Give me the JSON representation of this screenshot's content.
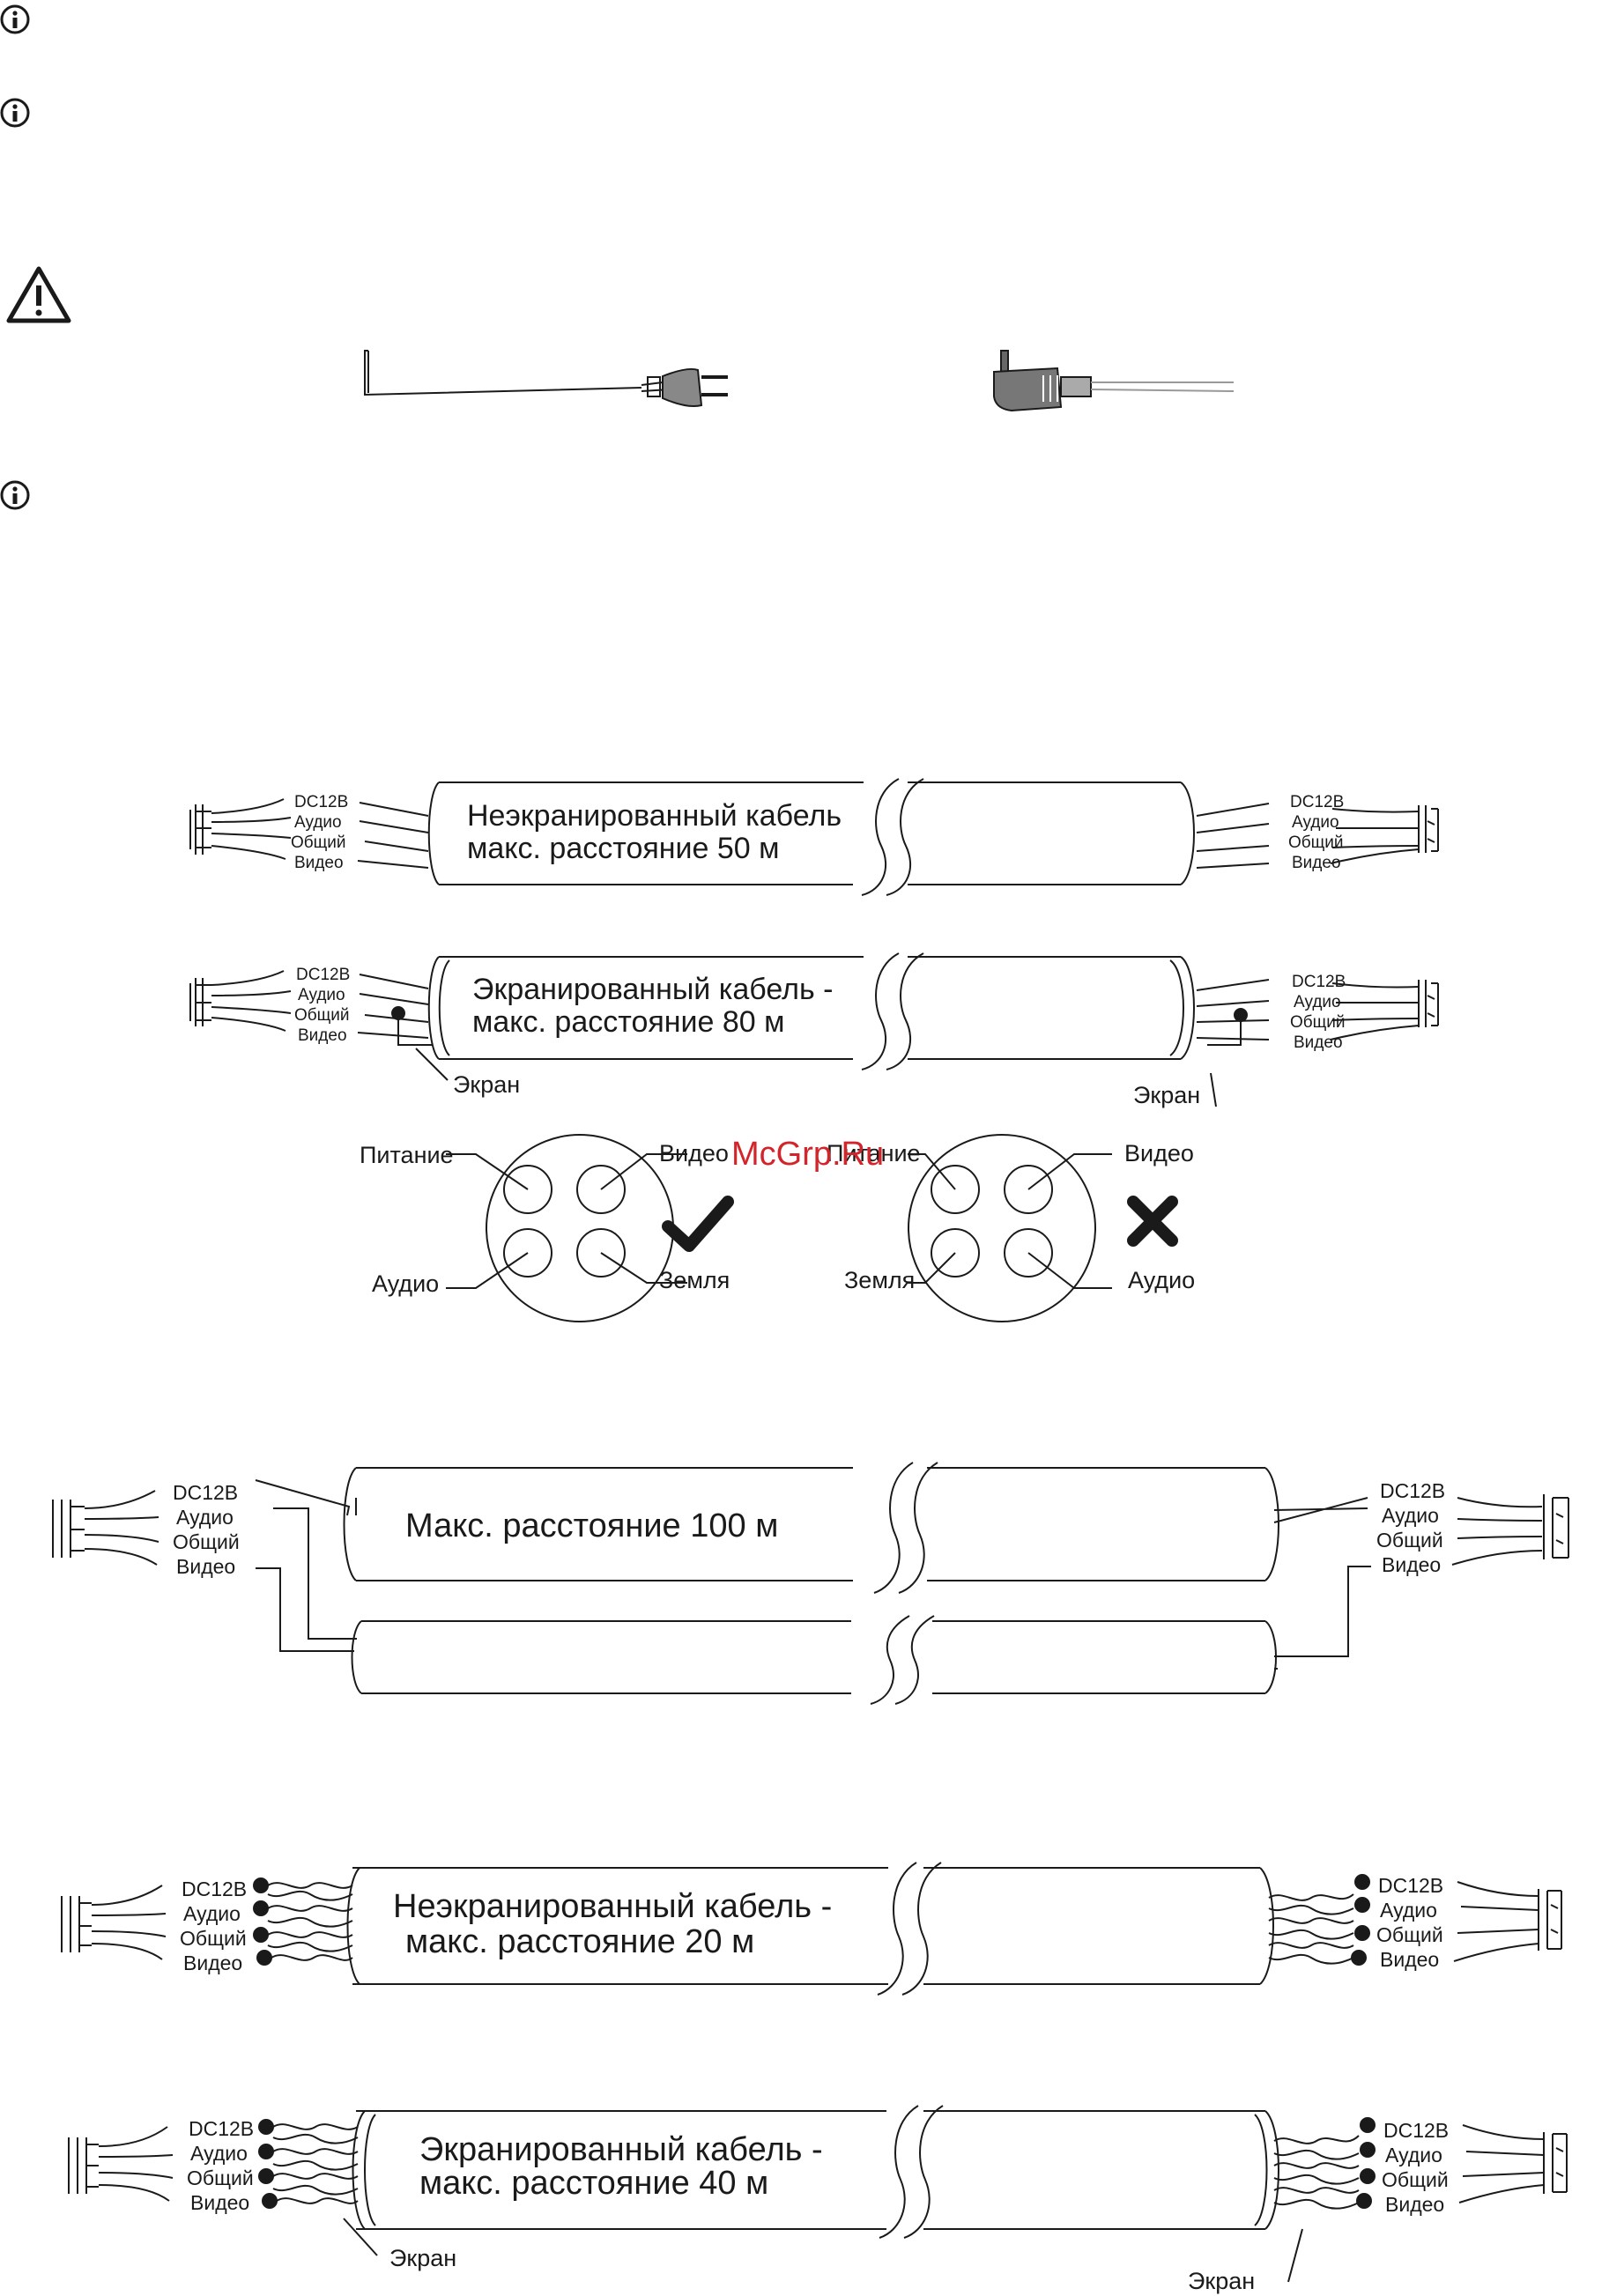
{
  "diagram_50m": {
    "left_labels": [
      "DC12B",
      "Аудио",
      "Общий",
      "Видео"
    ],
    "right_labels": [
      "DC12B",
      "Аудио",
      "Общий",
      "Видео"
    ],
    "caption_line1": "Неэкранированный кабель",
    "caption_line2": "макс. расстояние 50 м"
  },
  "diagram_80m": {
    "left_labels": [
      "DC12B",
      "Аудио",
      "Общий",
      "Видео"
    ],
    "right_labels": [
      "DC12B",
      "Аудио",
      "Общий",
      "Видео"
    ],
    "caption_line1": "Экранированный кабель -",
    "caption_line2": "макс. расстояние 80 м",
    "shield_left": "Экран",
    "shield_right": "Экран"
  },
  "pinout_correct": {
    "top_left": "Питание",
    "top_right": "Видео",
    "bottom_left": "Аудио",
    "bottom_right": "Земля"
  },
  "pinout_wrong": {
    "top_left": "Питание",
    "top_right": "Видео",
    "bottom_left": "Земля",
    "bottom_right": "Аудио"
  },
  "watermark": "McGrp.Ru",
  "diagram_100m": {
    "left_labels": [
      "DC12B",
      "Аудио",
      "Общий",
      "Видео"
    ],
    "right_labels": [
      "DC12B",
      "Аудио",
      "Общий",
      "Видео"
    ],
    "caption": "Макс. расстояние 100 м"
  },
  "diagram_20m": {
    "left_labels": [
      "DC12B",
      "Аудио",
      "Общий",
      "Видео"
    ],
    "right_labels": [
      "DC12B",
      "Аудио",
      "Общий",
      "Видео"
    ],
    "caption_line1": "Неэкранированный кабель -",
    "caption_line2": "макс. расстояние 20 м"
  },
  "diagram_40m": {
    "left_labels": [
      "DC12B",
      "Аудио",
      "Общий",
      "Видео"
    ],
    "right_labels": [
      "DC12B",
      "Аудио",
      "Общий",
      "Видео"
    ],
    "caption_line1": "Экранированный кабель -",
    "caption_line2": "макс. расстояние 40 м",
    "shield_left": "Экран",
    "shield_right": "Экран"
  }
}
